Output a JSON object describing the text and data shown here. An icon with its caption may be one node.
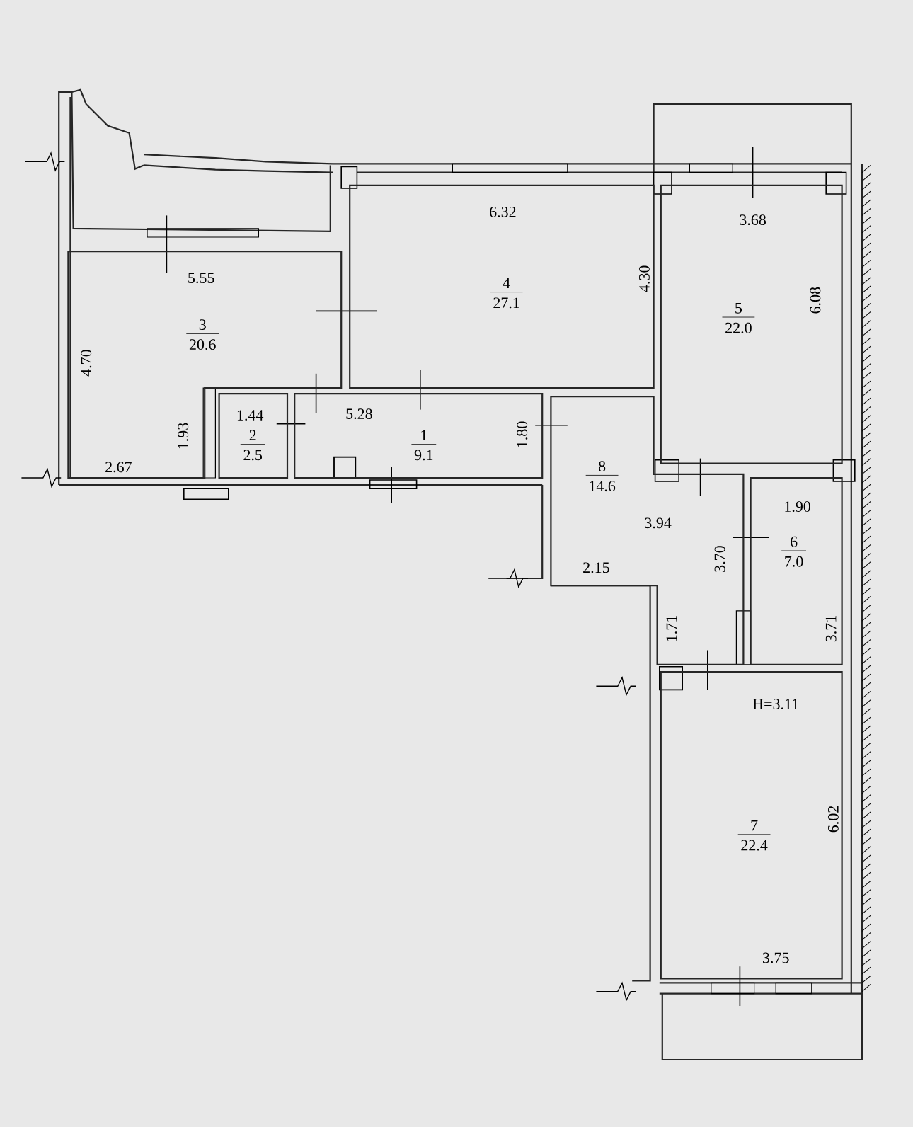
{
  "diagram": {
    "nodes": [
      {
        "text": [
          "1",
          "9.1"
        ]
      },
      {
        "text": [
          "2",
          "2.5"
        ]
      },
      {
        "text": [
          "3",
          "20.6"
        ]
      },
      {
        "text": [
          "4",
          "27.1"
        ]
      },
      {
        "text": [
          "5",
          "22.0"
        ]
      },
      {
        "text": [
          "6",
          "7.0"
        ]
      },
      {
        "text": [
          "7",
          "22.4"
        ]
      },
      {
        "text": [
          "8",
          "14.6"
        ]
      }
    ],
    "labels": [
      "6.32",
      "3.68",
      "5.55",
      "4.30",
      "6.08",
      "4.70",
      "1.44",
      "5.28",
      "1.80",
      "1.93",
      "2.67",
      "1.90",
      "3.94",
      "3.70",
      "2.15",
      "1.71",
      "3.71",
      "H=3.11",
      "6.02",
      "3.75"
    ]
  }
}
